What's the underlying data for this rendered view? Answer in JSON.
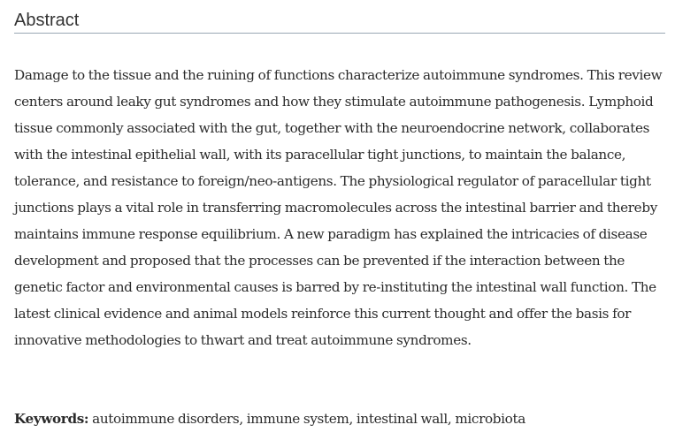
{
  "abstract": {
    "heading": "Abstract",
    "text": "Damage to the tissue and the ruining of functions characterize autoimmune syndromes. This review centers around leaky gut syndromes and how they stimulate autoimmune pathogenesis. Lymphoid tissue commonly associated with the gut, together with the neuroendocrine network, collaborates with the intestinal epithelial wall, with its paracellular tight junctions, to maintain the balance, tolerance, and resistance to foreign/neo-antigens. The physiological regulator of paracellular tight junctions plays a vital role in transferring macromolecules across the intestinal barrier and thereby maintains immune response equilibrium. A new paradigm has explained the intricacies of disease development and proposed that the processes can be prevented if the interaction between the genetic factor and environmental causes is barred by re-instituting the intestinal wall function. The latest clinical evidence and animal models reinforce this current thought and offer the basis for innovative methodologies to thwart and treat autoimmune syndromes."
  },
  "keywords": {
    "label": "Keywords:",
    "values": "autoimmune disorders, immune system, intestinal wall, microbiota"
  }
}
